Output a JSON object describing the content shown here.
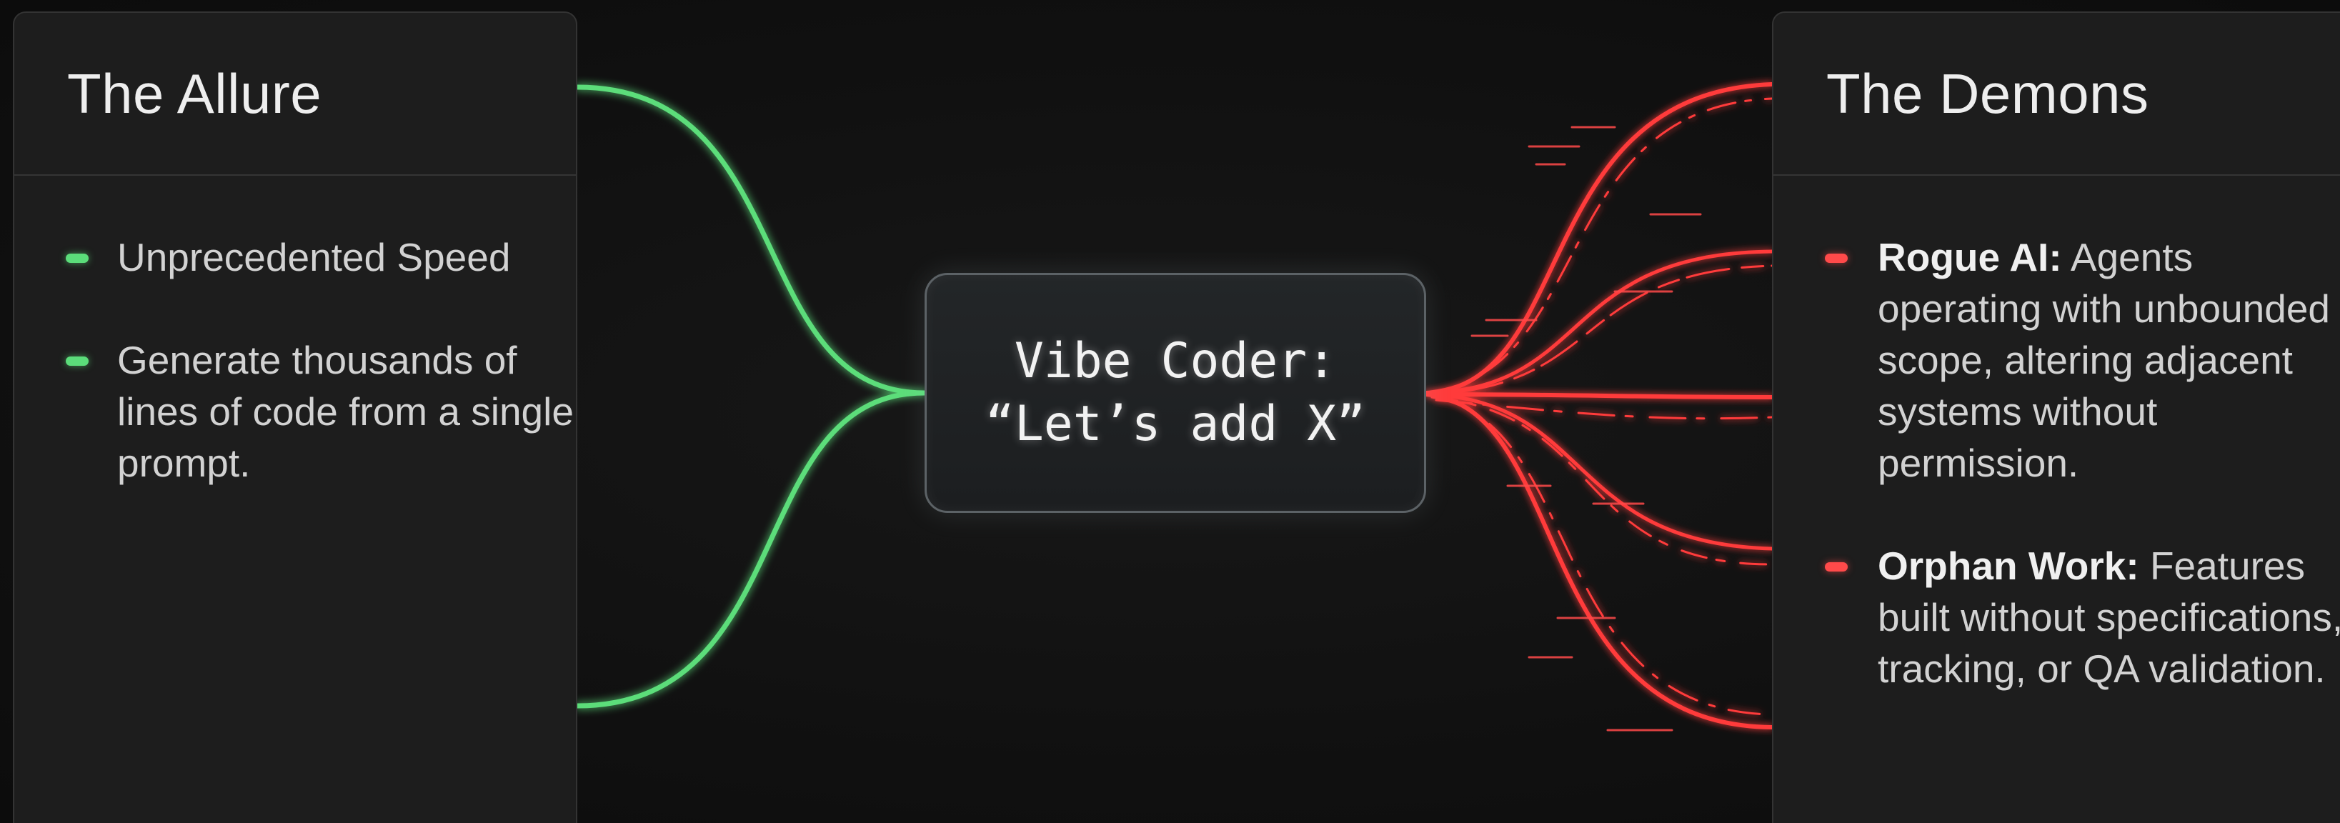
{
  "left_panel": {
    "title": "The Allure",
    "bullets": [
      {
        "text": "Unprecedented Speed"
      },
      {
        "text": "Generate thousands of lines of code from a single prompt."
      }
    ]
  },
  "center": {
    "line1": "Vibe Coder:",
    "line2": "“Let’s add X”"
  },
  "right_panel": {
    "title": "The Demons",
    "bullets": [
      {
        "label": "Rogue AI:",
        "text": "Agents operating with unbounded scope, altering adjacent systems without permission."
      },
      {
        "label": "Orphan Work:",
        "text": "Features built without specifications, tracking, or QA validation."
      }
    ]
  },
  "colors": {
    "positive": "#5bdd7a",
    "negative": "#ff4a4a",
    "background": "#121212",
    "panel": "#1d1d1d"
  },
  "icons": {
    "allure_bullet": "green-dash-icon",
    "demon_bullet": "red-dash-icon"
  }
}
